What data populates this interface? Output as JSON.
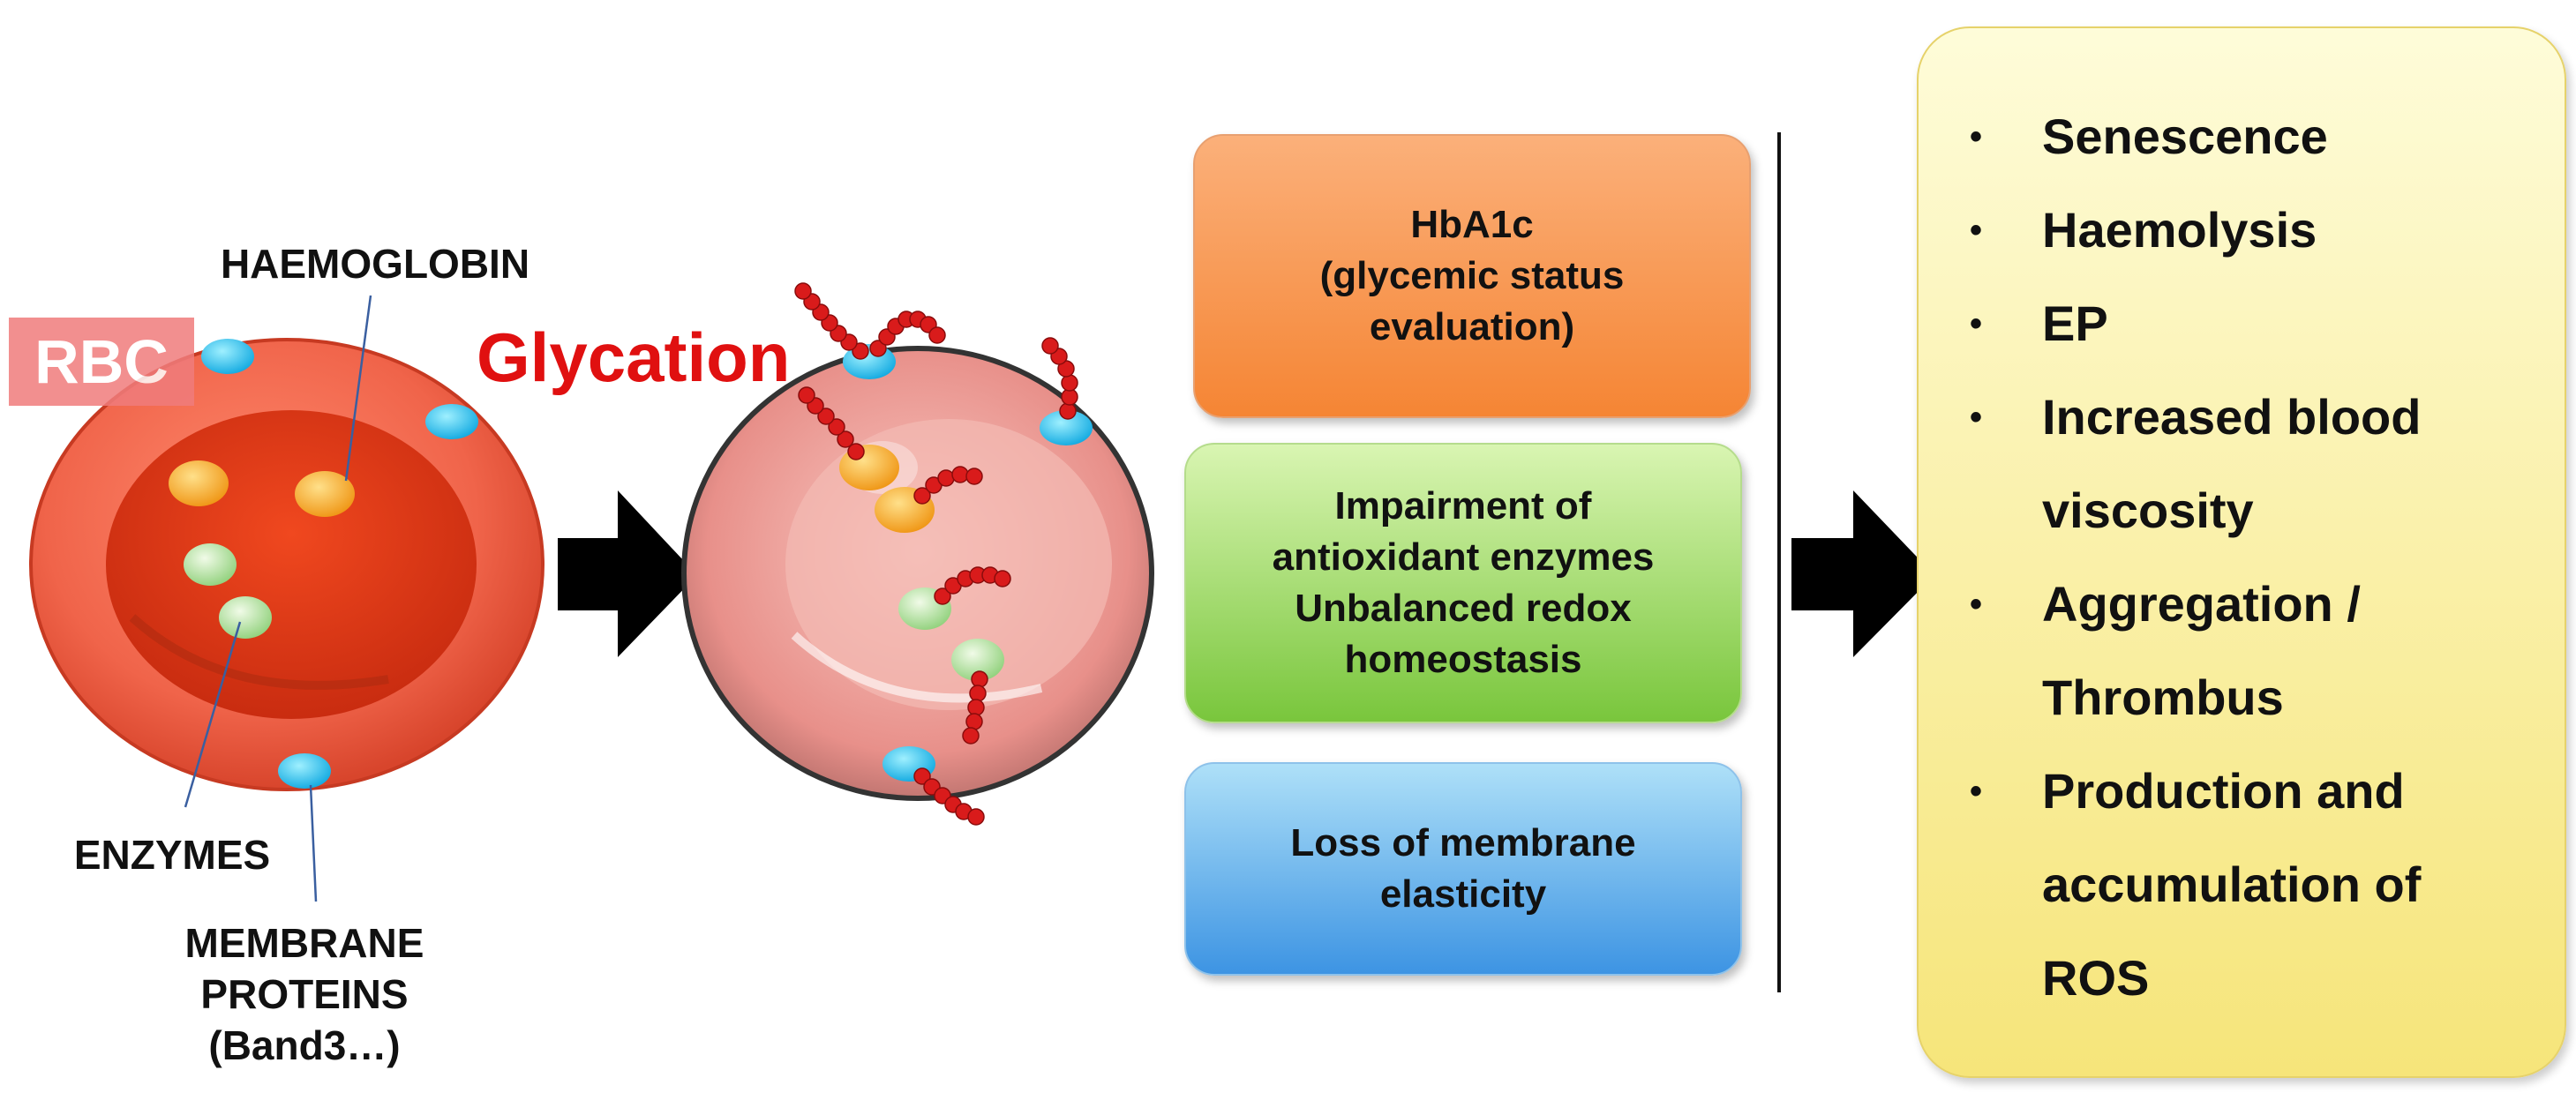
{
  "rbc_cell": {
    "tag": "RBC",
    "labels": {
      "haemoglobin": "HAEMOGLOBIN",
      "enzymes": "ENZYMES",
      "membrane_proteins_line1": "MEMBRANE",
      "membrane_proteins_line2": "PROTEINS",
      "membrane_proteins_line3": "(Band3…)"
    }
  },
  "process_label": "Glycation",
  "effects": [
    {
      "lines": [
        "HbA1c",
        "(glycemic status",
        "evaluation)"
      ],
      "color": "#f58534"
    },
    {
      "lines": [
        "Impairment of",
        "antioxidant enzymes",
        "Unbalanced redox",
        "homeostasis"
      ],
      "color": "#79c63c"
    },
    {
      "lines": [
        "Loss of membrane",
        "elasticity"
      ],
      "color": "#3d94e3"
    }
  ],
  "consequences": {
    "bullet": "•",
    "items": [
      [
        "Senescence"
      ],
      [
        "Haemolysis"
      ],
      [
        "EP"
      ],
      [
        "Increased blood",
        "viscosity"
      ],
      [
        "Aggregation /",
        "Thrombus"
      ],
      [
        "Production and",
        "accumulation of",
        "ROS"
      ]
    ]
  },
  "colors": {
    "rbc": "#ef5a43",
    "rbc_inner": "#e53a1f",
    "protein_cyan": "#2ec4f0",
    "haemoglobin_orange": "#f4a224",
    "enzyme_green": "#b9e6a4",
    "glycation_text": "#e01010",
    "glucose_chain": "#d91b1b",
    "panel_yellow": "#f6e57a"
  },
  "icons": [
    "arrow-right-icon",
    "arrow-right-icon"
  ]
}
